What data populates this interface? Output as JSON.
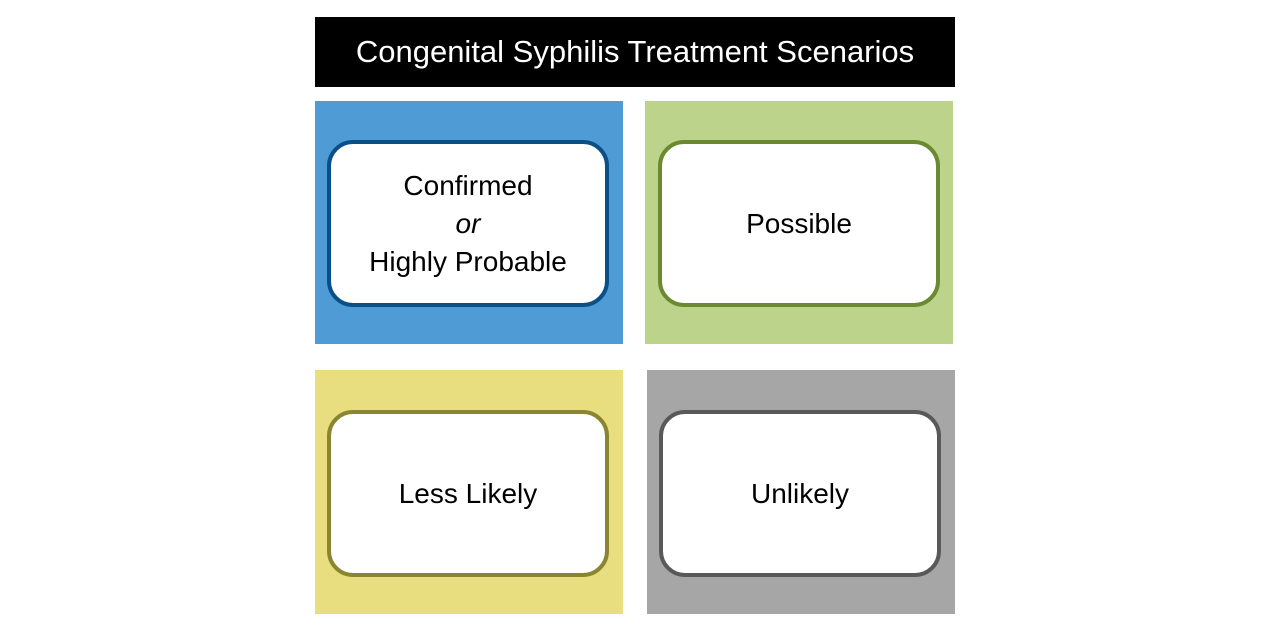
{
  "title": "Congenital Syphilis Treatment Scenarios",
  "colors": {
    "title_bg": "#000000",
    "title_text": "#ffffff"
  },
  "scenarios": [
    {
      "lines": [
        "Confirmed",
        "or",
        "Highly Probable"
      ],
      "bg": "#4f9bd5",
      "border": "#0a4f86"
    },
    {
      "lines": [
        "Possible"
      ],
      "bg": "#bcd38c",
      "border": "#6b8a2f"
    },
    {
      "lines": [
        "Less Likely"
      ],
      "bg": "#e8de7f",
      "border": "#8a8530"
    },
    {
      "lines": [
        "Unlikely"
      ],
      "bg": "#a6a6a6",
      "border": "#595959"
    }
  ]
}
